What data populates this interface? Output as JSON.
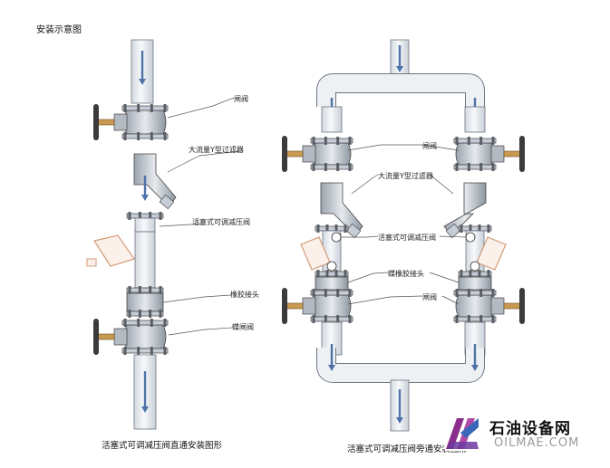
{
  "page_title": "安装示意图",
  "left_diagram": {
    "labels": [
      "闸阀",
      "大流量Y型过滤器",
      "活塞式可调减压阀",
      "橡胶接头",
      "蝶闸阀"
    ],
    "caption": "活塞式可调减压阀直通安装图形"
  },
  "right_diagram": {
    "labels": [
      "闸阀",
      "大流量Y型过滤器",
      "活塞式可调减压阀",
      "蝶橡胶接头",
      "闸阀"
    ],
    "caption": "活塞式可调减压阀旁通安装图形"
  },
  "watermark": {
    "chinese": "石油设备网",
    "english": "OILMAE.COM"
  },
  "colors": {
    "pipe_fill": "#e9edf1",
    "arrow": "#4f72a8",
    "flange": "#c6cdd6",
    "handwheel": "#3b3b3b",
    "stem": "#c99a52",
    "valve_outline": "#d39a78",
    "logo_purple": "#8a2d8c",
    "logo_blue": "#3a68b8"
  }
}
